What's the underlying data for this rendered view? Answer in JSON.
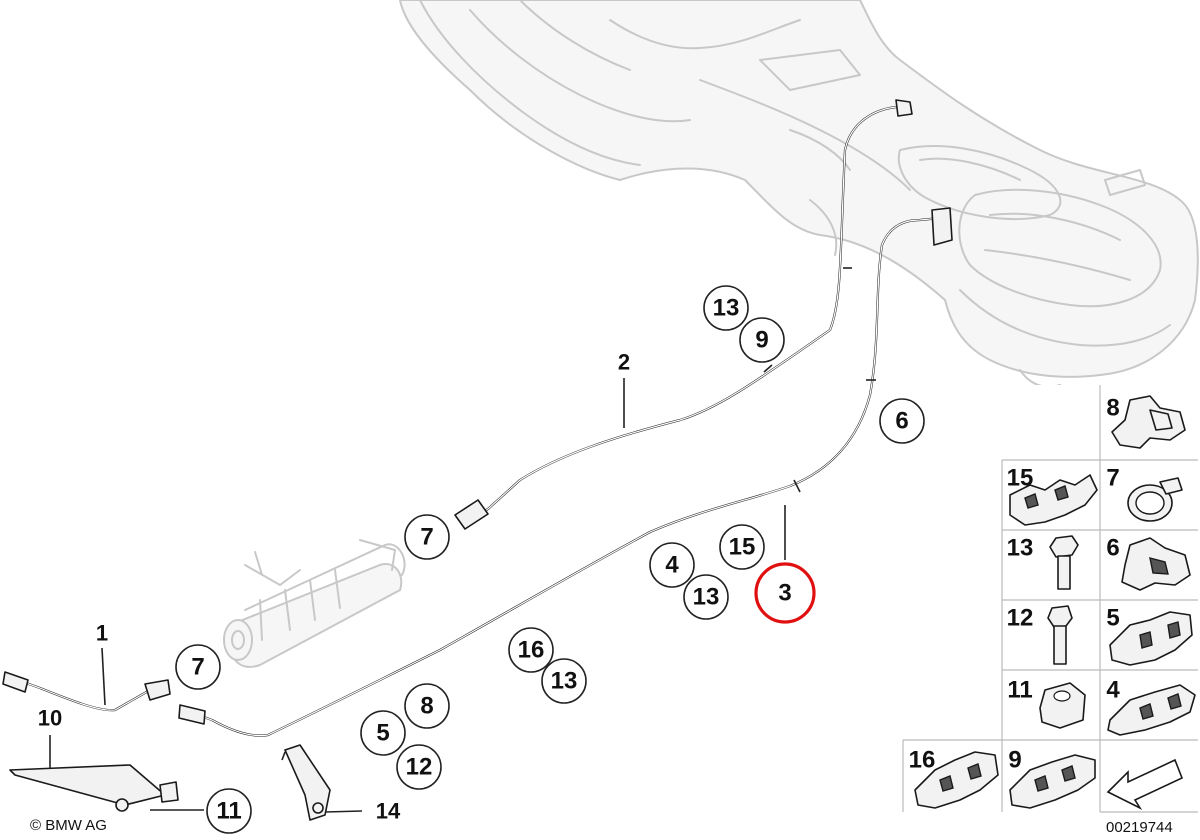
{
  "callouts": {
    "c13a": "13",
    "c9a": "9",
    "c2": "2",
    "c6": "6",
    "c7a": "7",
    "c15": "15",
    "c4": "4",
    "c13b": "13",
    "c3": "3",
    "c16": "16",
    "c13c": "13",
    "c1": "1",
    "c7b": "7",
    "c8": "8",
    "c5": "5",
    "c12": "12",
    "c10": "10",
    "c11": "11",
    "c14": "14"
  },
  "legend": {
    "p8": "8",
    "p15": "15",
    "p7": "7",
    "p13": "13",
    "p6": "6",
    "p12": "12",
    "p5": "5",
    "p11": "11",
    "p4": "4",
    "p16": "16",
    "p9": "9"
  },
  "footer": {
    "copyright": "© BMW AG",
    "drawing_number": "00219744"
  },
  "colors": {
    "highlight": "#e01010",
    "ghost_outline": "#c8c8c8"
  }
}
